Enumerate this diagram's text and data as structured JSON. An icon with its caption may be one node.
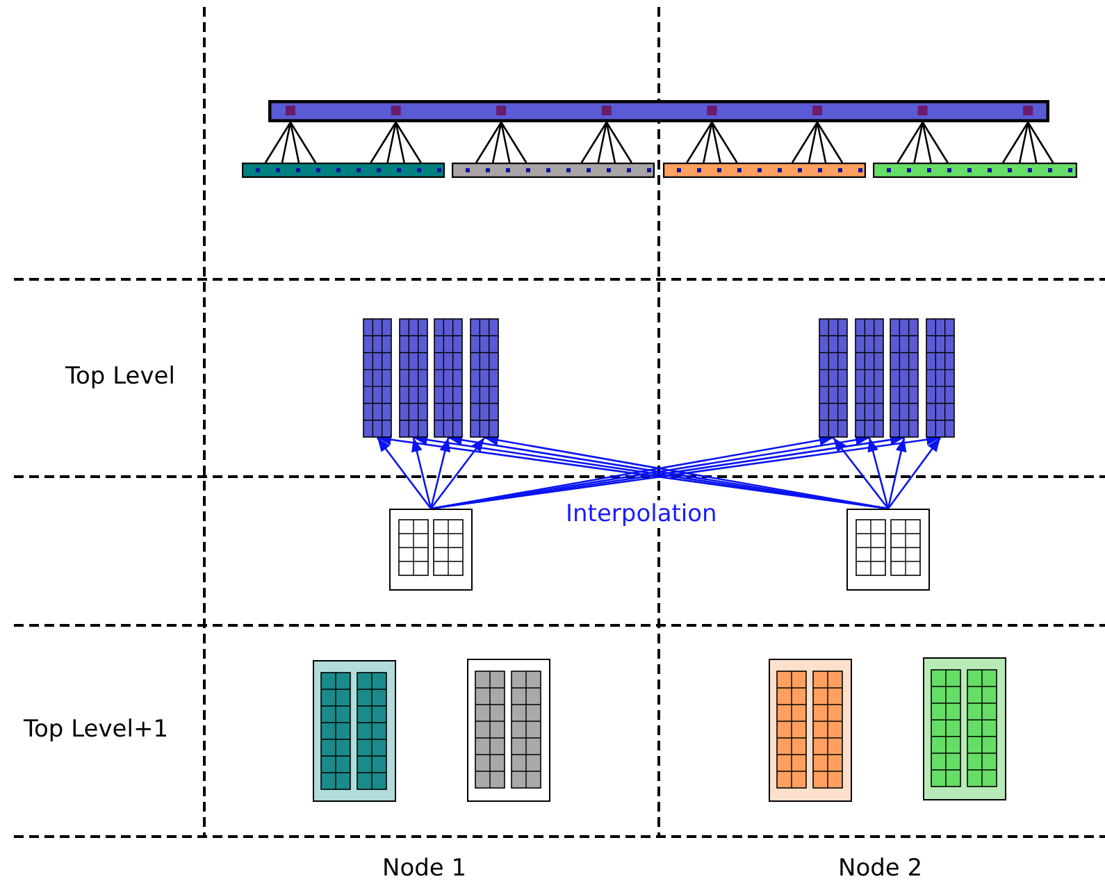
{
  "diagram": {
    "nodes": [
      {
        "text": [],
        "shape": "bar"
      },
      {
        "text": [],
        "shape": "bar"
      },
      {
        "text": [],
        "shape": "bar"
      },
      {
        "text": [],
        "shape": "bar"
      },
      {
        "text": [],
        "shape": "bar"
      },
      {
        "text": [],
        "shape": "box"
      },
      {
        "text": [],
        "shape": "box"
      },
      {
        "text": [],
        "shape": "box"
      },
      {
        "text": [],
        "shape": "box"
      },
      {
        "text": [],
        "shape": "box"
      },
      {
        "text": [],
        "shape": "box"
      },
      {
        "text": [],
        "shape": "box"
      },
      {
        "text": [],
        "shape": "box"
      },
      {
        "text": [],
        "shape": "box"
      },
      {
        "text": [],
        "shape": "box"
      },
      {
        "text": [],
        "shape": "box"
      },
      {
        "text": [],
        "shape": "box"
      },
      {
        "text": [],
        "shape": "box"
      },
      {
        "text": [],
        "shape": "box"
      }
    ],
    "edges": [
      {
        "from": 0,
        "to": 1,
        "arrow": "none",
        "color": "#000000"
      },
      {
        "from": 0,
        "to": 2,
        "arrow": "none",
        "color": "#000000"
      },
      {
        "from": 0,
        "to": 3,
        "arrow": "none",
        "color": "#000000"
      },
      {
        "from": 0,
        "to": 4,
        "arrow": "none",
        "color": "#000000"
      },
      {
        "from": 13,
        "to": 5,
        "arrow": "to"
      },
      {
        "from": 13,
        "to": 6,
        "arrow": "to"
      },
      {
        "from": 13,
        "to": 7,
        "arrow": "to"
      },
      {
        "from": 13,
        "to": 8,
        "arrow": "to"
      },
      {
        "from": 13,
        "to": 9,
        "arrow": "to"
      },
      {
        "from": 13,
        "to": 10,
        "arrow": "to"
      },
      {
        "from": 13,
        "to": 11,
        "arrow": "to"
      },
      {
        "from": 13,
        "to": 12,
        "arrow": "to"
      },
      {
        "from": 14,
        "to": 5,
        "arrow": "to"
      },
      {
        "from": 14,
        "to": 6,
        "arrow": "to"
      },
      {
        "from": 14,
        "to": 7,
        "arrow": "to"
      },
      {
        "from": 14,
        "to": 8,
        "arrow": "to"
      },
      {
        "from": 14,
        "to": 9,
        "arrow": "to"
      },
      {
        "from": 14,
        "to": 10,
        "arrow": "to"
      },
      {
        "from": 14,
        "to": 11,
        "arrow": "to"
      },
      {
        "from": 14,
        "to": 12,
        "arrow": "to"
      }
    ],
    "labels": [
      "Top Level",
      "Interpolation",
      "Top Level+1",
      "Node 1",
      "Node 2"
    ]
  }
}
